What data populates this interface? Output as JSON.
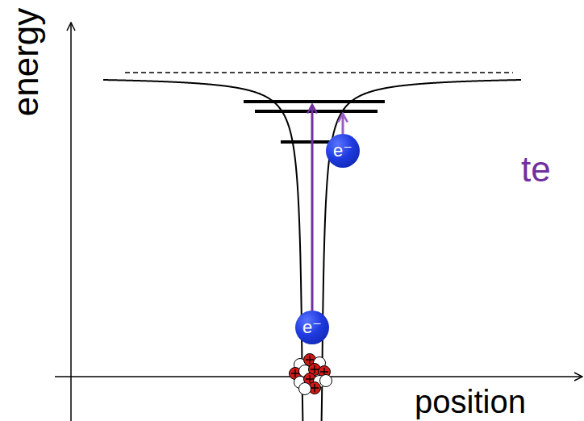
{
  "diagram": {
    "nodes": [
      {
        "text": [
          "e⁻"
        ]
      },
      {
        "text": [
          "e⁻"
        ]
      }
    ],
    "labels": [
      "energy",
      "position",
      "te"
    ]
  }
}
